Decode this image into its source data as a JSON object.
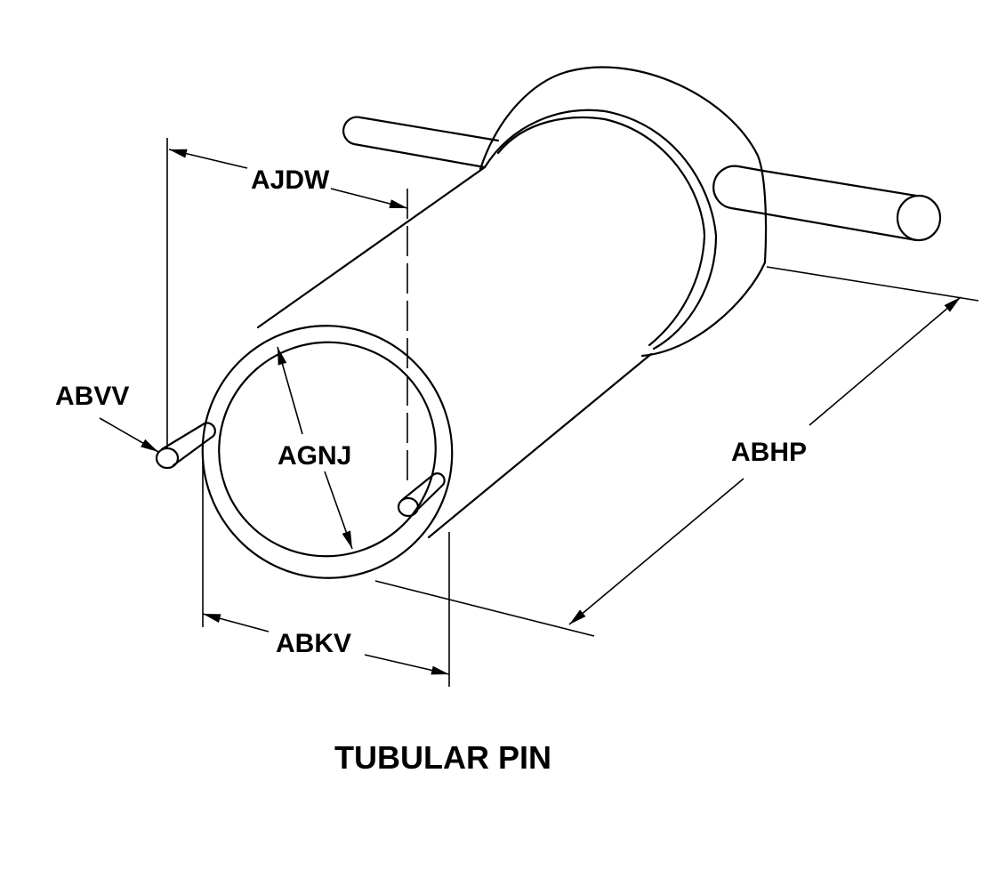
{
  "title": "TUBULAR PIN",
  "labels": {
    "ajdw": "AJDW",
    "abvv": "ABVV",
    "agnj": "AGNJ",
    "abhp": "ABHP",
    "abkv": "ABKV"
  },
  "colors": {
    "line": "#000000",
    "background": "#ffffff"
  }
}
